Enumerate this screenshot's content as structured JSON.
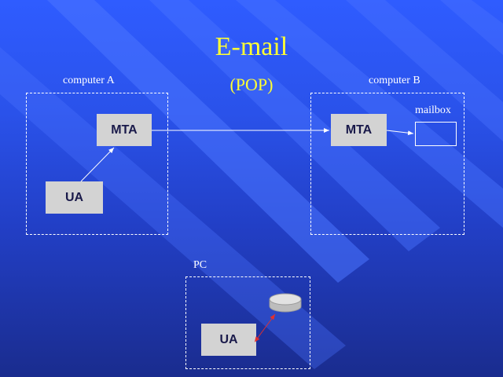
{
  "title": "E-mail",
  "subtitle": "(POP)",
  "computer_a": {
    "label": "computer A",
    "mta_label": "MTA",
    "ua_label": "UA"
  },
  "computer_b": {
    "label": "computer B",
    "mta_label": "MTA",
    "mailbox_label": "mailbox"
  },
  "pc": {
    "label": "PC",
    "ua_label": "UA"
  },
  "colors": {
    "title": "#ffff33",
    "background": "#2a52ea",
    "node_fill": "#d3d3d3",
    "arrow": "#ffffff",
    "pop_arrow": "#e03030"
  },
  "icons": {
    "storage": "disk-cylinder-icon"
  }
}
